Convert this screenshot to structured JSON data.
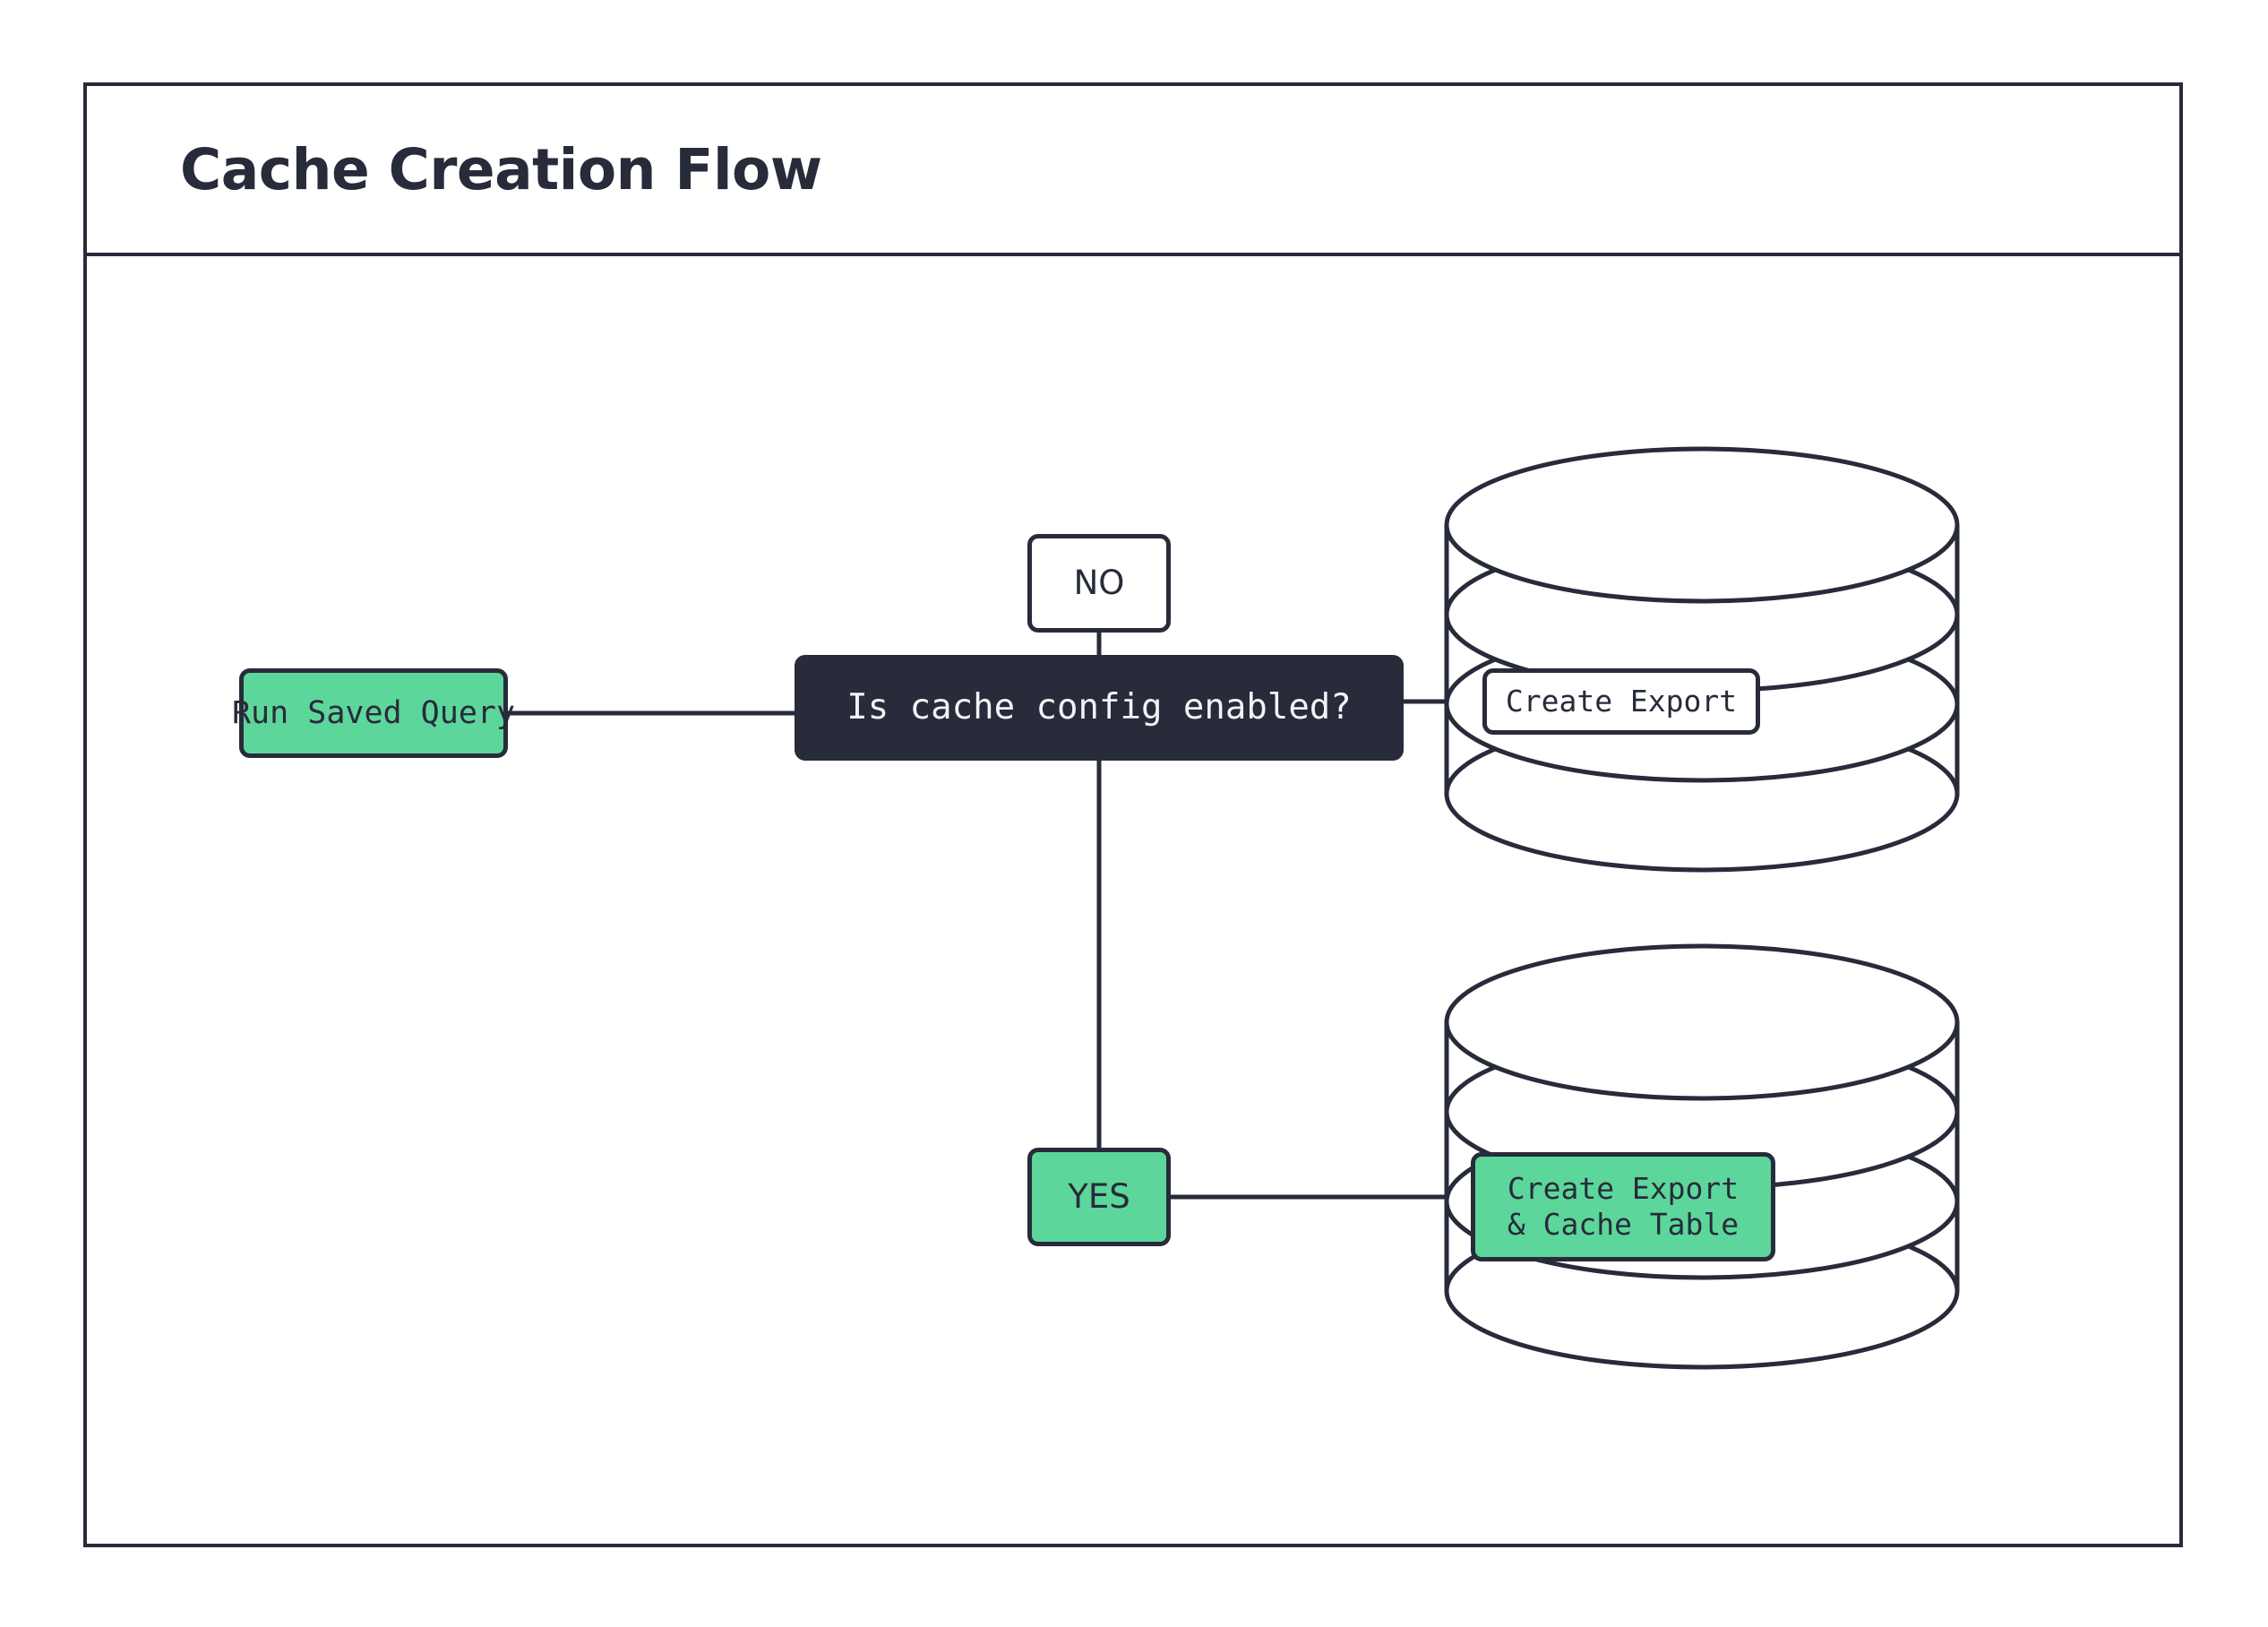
{
  "diagram": {
    "title": "Cache Creation Flow",
    "type": "flowchart",
    "colors": {
      "ink": "#272b3a",
      "accent_green": "#5dd69b",
      "dark_fill": "#272b3a",
      "canvas": "#ffffff"
    },
    "nodes": [
      {
        "id": "run-saved-query",
        "label": "Run Saved Query",
        "shape": "rounded-rect",
        "fill": "green"
      },
      {
        "id": "decision",
        "label": "Is cache config enabled?",
        "shape": "rounded-rect",
        "fill": "dark"
      },
      {
        "id": "no",
        "label": "NO",
        "shape": "rounded-rect",
        "fill": "white"
      },
      {
        "id": "yes",
        "label": "YES",
        "shape": "rounded-rect",
        "fill": "green"
      },
      {
        "id": "create-export",
        "label": "Create Export",
        "shape": "rounded-rect",
        "fill": "white",
        "container": "database-cylinder-top"
      },
      {
        "id": "create-export-cache",
        "label": "Create Export\n& Cache Table",
        "shape": "rounded-rect",
        "fill": "green",
        "container": "database-cylinder-bottom"
      }
    ],
    "containers": [
      {
        "id": "database-cylinder-top",
        "shape": "stacked-cylinder",
        "rings": 4
      },
      {
        "id": "database-cylinder-bottom",
        "shape": "stacked-cylinder",
        "rings": 4
      }
    ],
    "edges": [
      {
        "from": "run-saved-query",
        "to": "decision",
        "style": "solid",
        "arrow": false
      },
      {
        "from": "decision",
        "to": "no",
        "style": "solid",
        "arrow": false
      },
      {
        "from": "decision",
        "to": "yes",
        "style": "solid",
        "arrow": false
      },
      {
        "from": "no",
        "to": "create-export",
        "style": "solid",
        "arrow": false
      },
      {
        "from": "yes",
        "to": "create-export-cache",
        "style": "solid",
        "arrow": false
      }
    ]
  }
}
